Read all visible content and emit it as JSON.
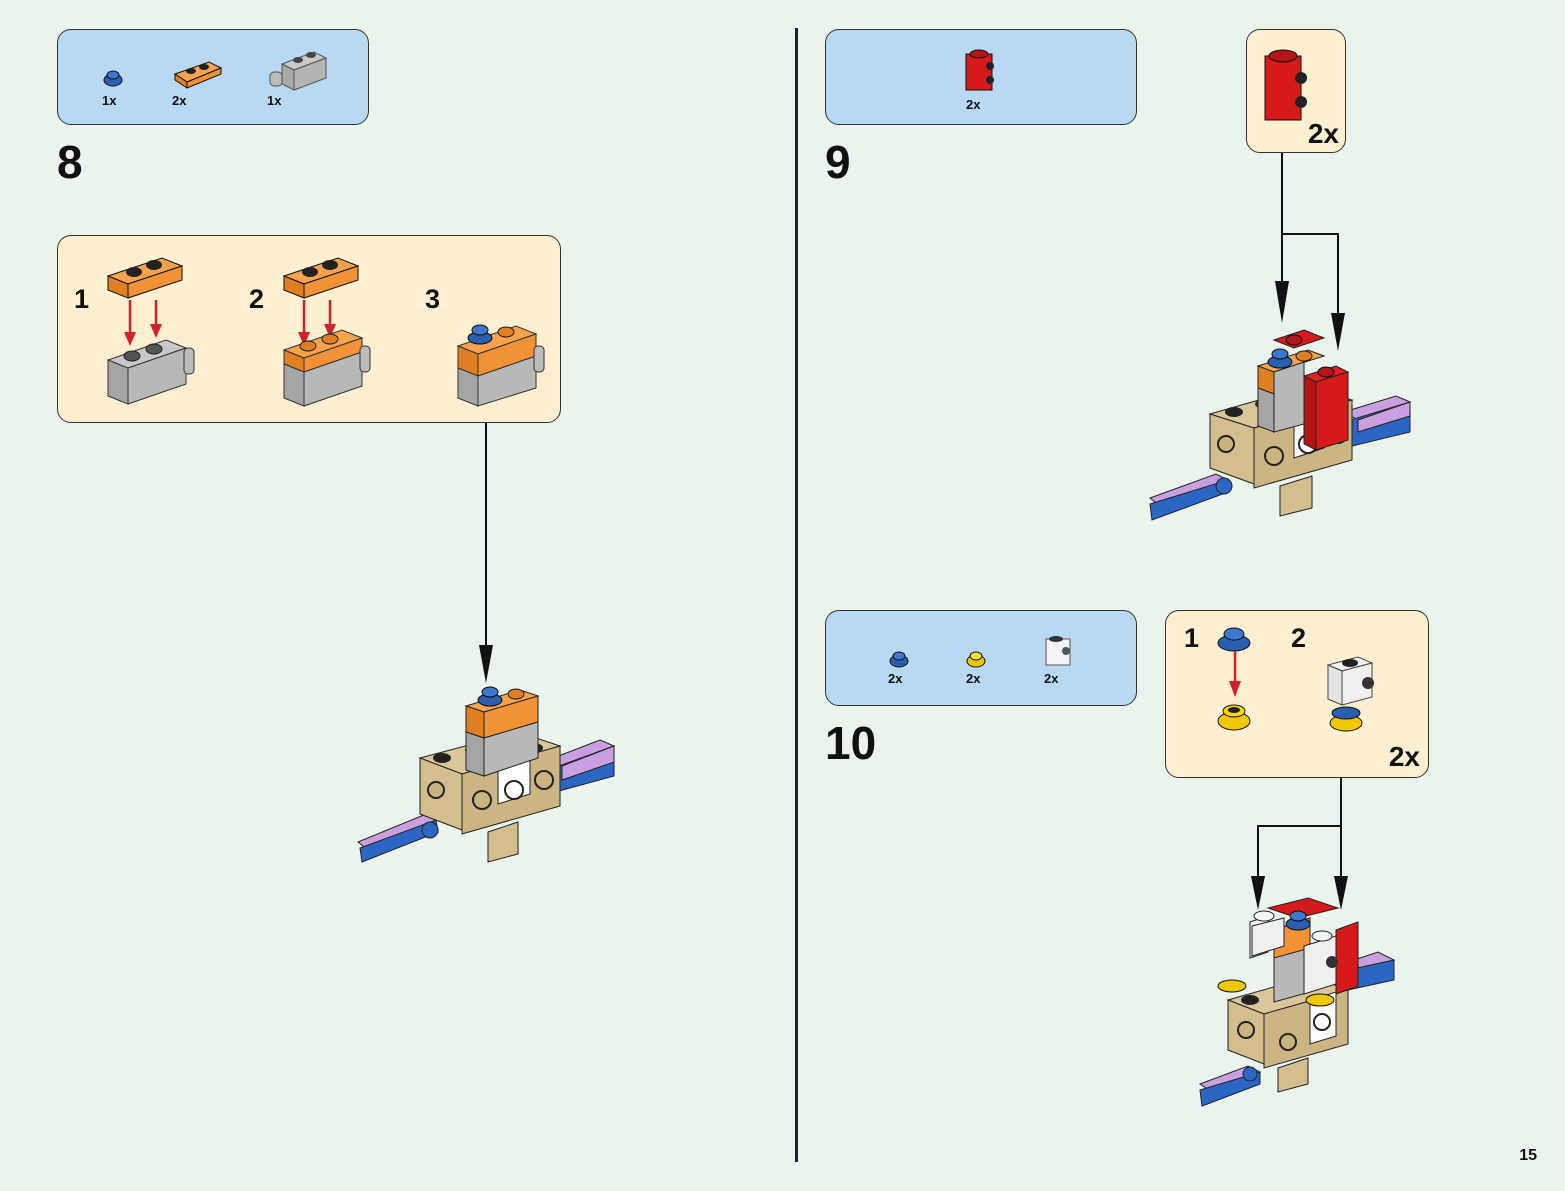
{
  "page": {
    "page_number": "15",
    "background": "#ebf4ec"
  },
  "colors": {
    "parts_box": "#b9d8f2",
    "subassembly_box": "#fdefd0",
    "arrow_red": "#d0212a",
    "arrow_black": "#111111"
  },
  "steps": [
    {
      "number": "8",
      "parts": [
        {
          "name": "blue round plate 1x1",
          "qty": "1x"
        },
        {
          "name": "orange plate 1x2",
          "qty": "2x"
        },
        {
          "name": "grey hinge brick 1x2",
          "qty": "1x"
        }
      ],
      "substeps": [
        {
          "number": "1"
        },
        {
          "number": "2"
        },
        {
          "number": "3"
        }
      ]
    },
    {
      "number": "9",
      "parts": [
        {
          "name": "red brick 1x1 with studs on side",
          "qty": "2x"
        }
      ],
      "callout_qty": "2x"
    },
    {
      "number": "10",
      "parts": [
        {
          "name": "blue round plate 1x1",
          "qty": "2x"
        },
        {
          "name": "yellow round plate 1x1",
          "qty": "2x"
        },
        {
          "name": "white brick 1x1 with stud on side",
          "qty": "2x"
        }
      ],
      "substeps": [
        {
          "number": "1"
        },
        {
          "number": "2"
        }
      ],
      "callout_qty": "2x"
    }
  ]
}
